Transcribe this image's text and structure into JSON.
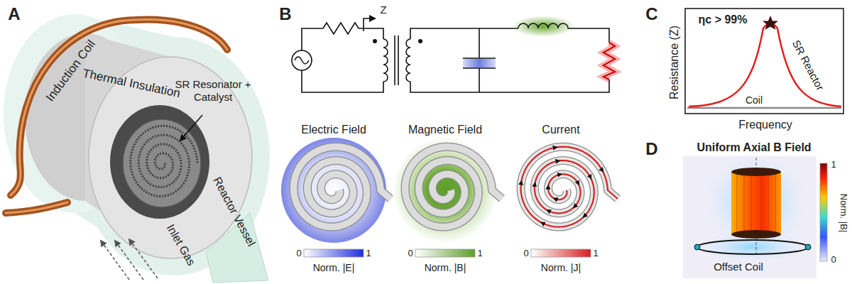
{
  "diagram": {
    "labels": [
      "A",
      "Induction Coil",
      "Thermal Insulation",
      "SR Resonator + Catalyst",
      "Reactor Vessel",
      "Inlet Gas",
      "B",
      "Z",
      "Electric Field",
      "Magnetic Field",
      "Current",
      "0",
      "1",
      "Norm. |E|",
      "0",
      "1",
      "Norm. |B|",
      "0",
      "1",
      "Norm. |J|",
      "C",
      "ηc > 99%",
      "Resistance (Z)",
      "Frequency",
      "SR Reactor",
      "Coil",
      "D",
      "Uniform Axial B Field",
      "1",
      "Norm. |B|",
      "0",
      "Offset Coil"
    ]
  }
}
